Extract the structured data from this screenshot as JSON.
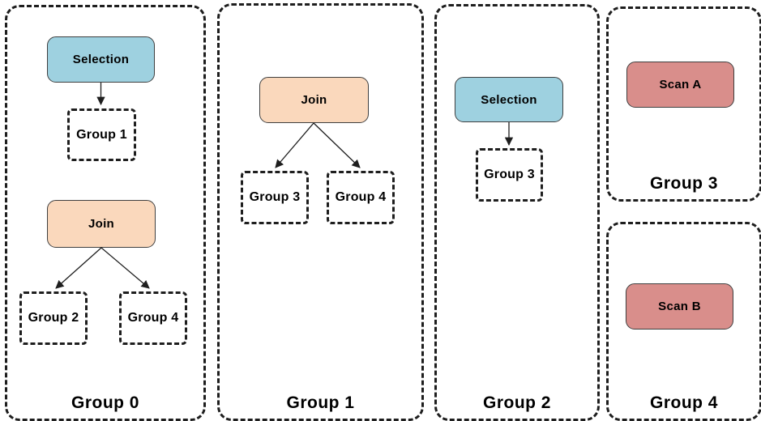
{
  "colors": {
    "selection_fill": "#9ED1E0",
    "join_fill": "#FAD8BC",
    "scan_fill": "#D98E8B",
    "node_border": "#3F3F3F",
    "line": "#1E1E1E",
    "text": "#000000",
    "background": "#FFFFFF"
  },
  "panels": [
    {
      "label": "Group 0",
      "nodes": [
        {
          "kind": "selection",
          "label": "Selection"
        },
        {
          "kind": "group-ref",
          "label": "Group 1"
        },
        {
          "kind": "join",
          "label": "Join"
        },
        {
          "kind": "group-ref",
          "label": "Group 2"
        },
        {
          "kind": "group-ref",
          "label": "Group 4"
        }
      ],
      "edges": [
        {
          "from": "Selection",
          "to": "Group 1"
        },
        {
          "from": "Join",
          "to": "Group 2"
        },
        {
          "from": "Join",
          "to": "Group 4"
        }
      ]
    },
    {
      "label": "Group 1",
      "nodes": [
        {
          "kind": "join",
          "label": "Join"
        },
        {
          "kind": "group-ref",
          "label": "Group 3"
        },
        {
          "kind": "group-ref",
          "label": "Group 4"
        }
      ],
      "edges": [
        {
          "from": "Join",
          "to": "Group 3"
        },
        {
          "from": "Join",
          "to": "Group 4"
        }
      ]
    },
    {
      "label": "Group 2",
      "nodes": [
        {
          "kind": "selection",
          "label": "Selection"
        },
        {
          "kind": "group-ref",
          "label": "Group 3"
        }
      ],
      "edges": [
        {
          "from": "Selection",
          "to": "Group 3"
        }
      ]
    },
    {
      "label": "Group 3",
      "nodes": [
        {
          "kind": "scan",
          "label": "Scan A"
        }
      ],
      "edges": []
    },
    {
      "label": "Group 4",
      "nodes": [
        {
          "kind": "scan",
          "label": "Scan B"
        }
      ],
      "edges": []
    }
  ]
}
